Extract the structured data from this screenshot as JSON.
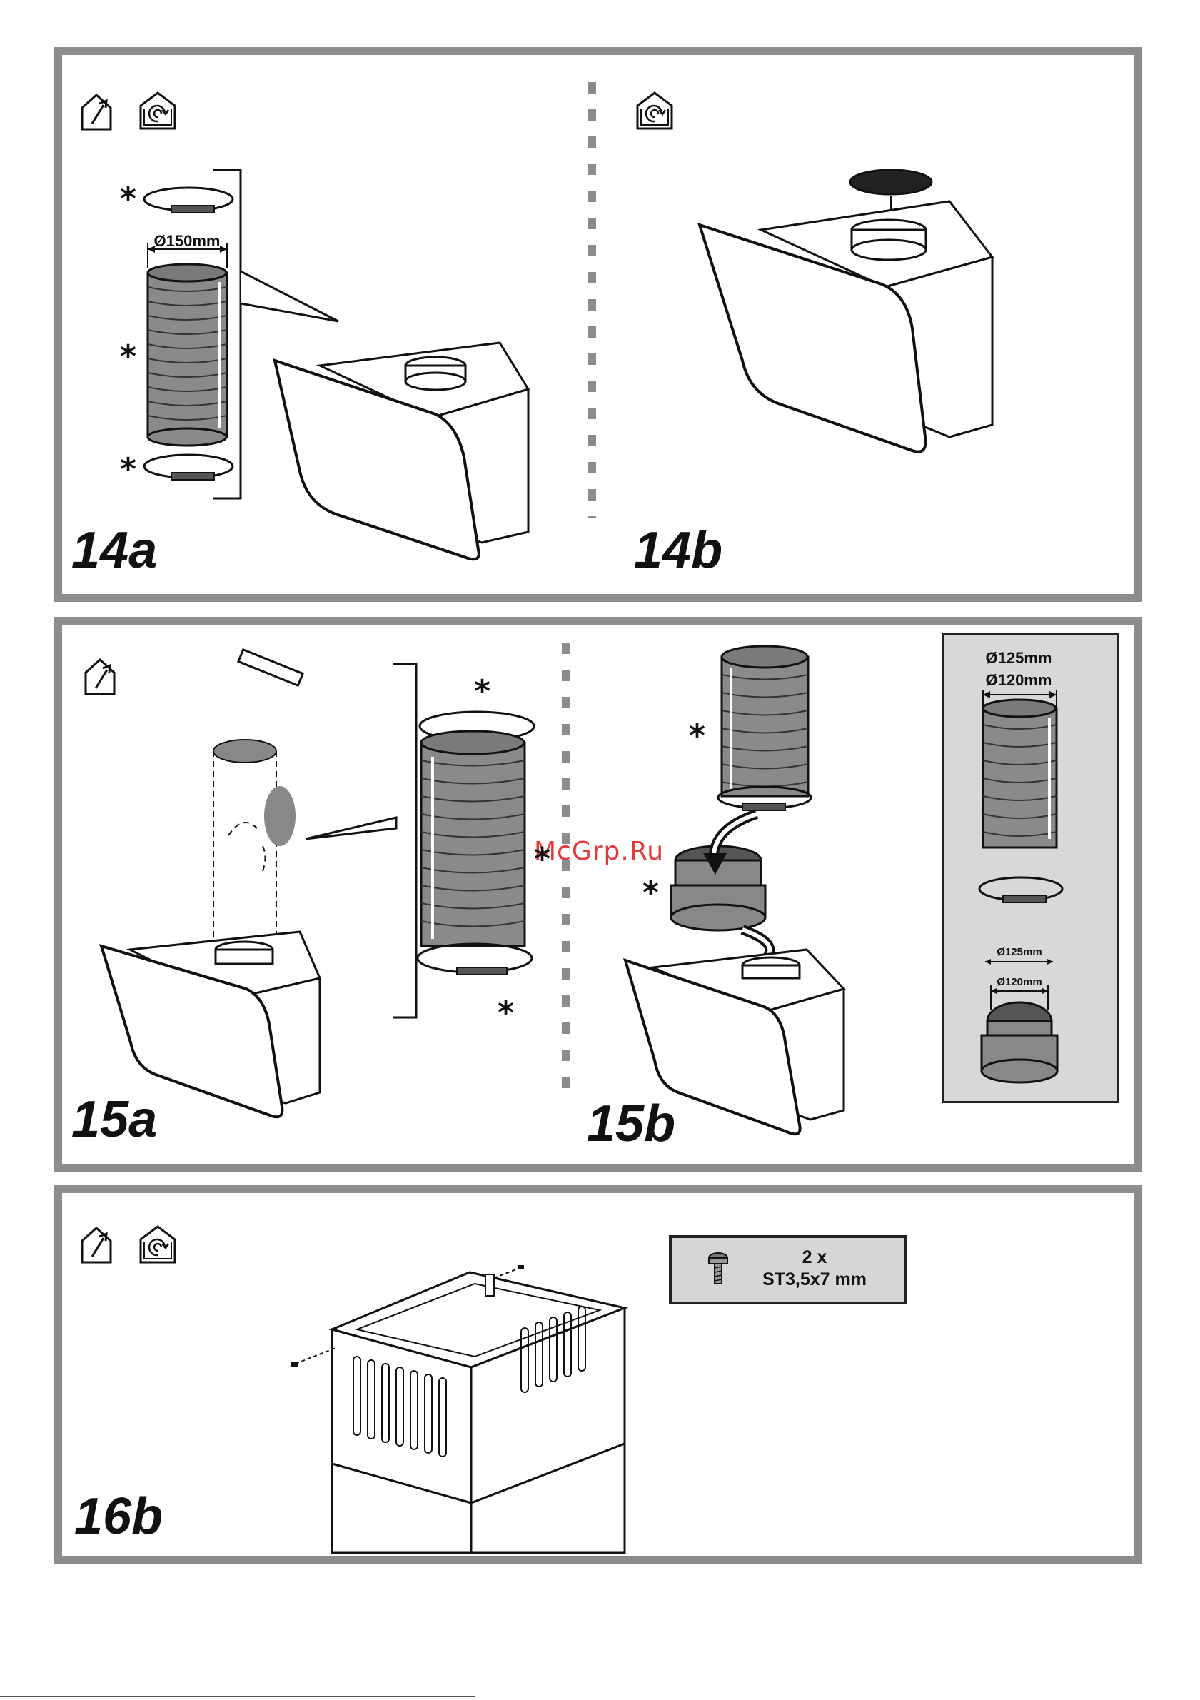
{
  "steps": {
    "s14a": "14a",
    "s14b": "14b",
    "s15a": "15a",
    "s15b": "15b",
    "s16b": "16b"
  },
  "labels": {
    "diameter_150": "Ø150mm",
    "inset_d125": "Ø125mm",
    "inset_d120": "Ø120mm",
    "adapter_d125": "Ø125mm",
    "adapter_d120": "Ø120mm",
    "screw_qty": "2 x",
    "screw_spec": "ST3,5x7 mm",
    "optional_mark": "*"
  },
  "watermark": "McGrp.Ru",
  "icons": [
    "ducted-extraction-icon",
    "recirculation-icon"
  ],
  "colors": {
    "panel_border": "#8c8c8c",
    "duct_fill": "#8a8a8a",
    "inset_bg": "#d8d8d8",
    "watermark": "#e03a3a"
  }
}
